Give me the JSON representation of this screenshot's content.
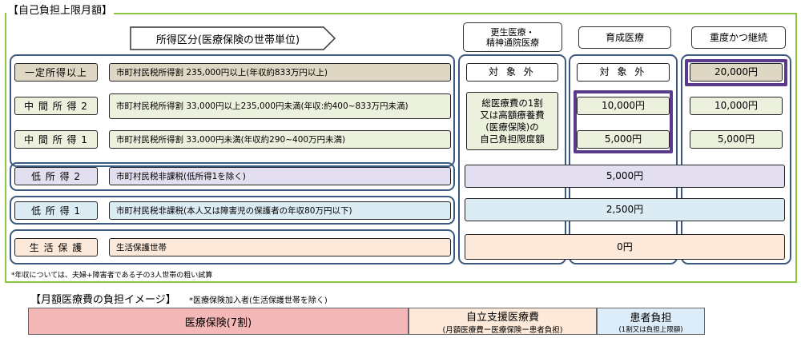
{
  "frame_title": "【自己負担上限月額】",
  "header": {
    "income_class": "所得区分(医療保険の世帯単位)",
    "col_rehab": "更生医療・\n精神通院医療",
    "col_ikusei": "育成医療",
    "col_severe": "重度かつ継続"
  },
  "rows": [
    {
      "label": "一定所得以上",
      "desc": "市町村民税所得割 235,000円以上(年収約833万円以上)"
    },
    {
      "label": "中 間 所 得 2",
      "desc": "市町村民税所得割 33,000円以上235,000円未満(年収:約400~833万円未満)"
    },
    {
      "label": "中 間 所 得 1",
      "desc": "市町村民税所得割 33,000円未満(年収約290~400万円未満)"
    },
    {
      "label": "低 所 得 2",
      "desc": "市町村民税非課税(低所得1を除く)"
    },
    {
      "label": "低 所 得 1",
      "desc": "市町村民税非課税(本人又は障害児の保護者の年収80万円以下)"
    },
    {
      "label": "生 活 保 護",
      "desc": "生活保護世帯"
    }
  ],
  "cells": {
    "r1_rehab": "対 象 外",
    "r1_ikusei": "対 象 外",
    "r1_severe": "20,000円",
    "mid_rehab": "総医療費の1割\n又は高額療養費\n(医療保険)の\n自己負担限度額",
    "r2_ikusei": "10,000円",
    "r2_severe": "10,000円",
    "r3_ikusei": "5,000円",
    "r3_severe": "5,000円",
    "r4_all": "5,000円",
    "r5_all": "2,500円",
    "r6_all": "0円"
  },
  "note": "*年収については、夫婦+障害者である子の3人世帯の粗い試算",
  "image_title": "【月額医療費の負担イメージ】",
  "image_note": "*医療保険加入者(生活保護世帯を除く)",
  "bars": {
    "insurance": "医療保険(7割)",
    "support_title": "自立支援医療費",
    "support_sub": "(月額医療費ー医療保険ー患者負担)",
    "patient_title": "患者負担",
    "patient_sub": "(1割又は負担上限額)"
  },
  "colors": {
    "frame": "#8cc63f",
    "row1": "#ddd7c3",
    "row2": "#ebf1dd",
    "row3": "#ebf1dd",
    "row4": "#e4dff0",
    "row5": "#dcecf4",
    "row6": "#fde9d9",
    "highlight": "#5a3a8a",
    "insurance_bar": "#f4b8b8",
    "support_bar": "#fde9d9",
    "patient_bar": "#dcecf8"
  }
}
